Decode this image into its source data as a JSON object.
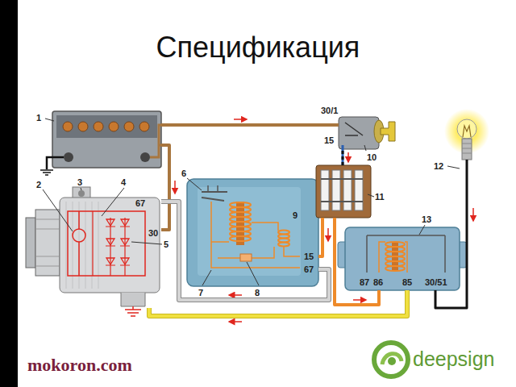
{
  "diagram": {
    "title": "Спецификация",
    "nodes": [
      {
        "text": [
          "1"
        ]
      },
      {
        "text": [
          "2",
          "3",
          "4",
          "67",
          "30",
          "5"
        ]
      },
      {
        "text": [
          "6",
          "9",
          "15",
          "67",
          "7",
          "8"
        ]
      },
      {
        "text": [
          "30/1",
          "15",
          "10"
        ]
      },
      {
        "text": [
          "11"
        ]
      },
      {
        "text": [
          "12"
        ]
      },
      {
        "text": [
          "13",
          "87",
          "86",
          "85",
          "30/51"
        ]
      }
    ],
    "edges": [
      {
        "from": 0,
        "to": 3,
        "arrow": "none"
      },
      {
        "from": 0,
        "to": 1,
        "arrow": "none"
      },
      {
        "from": 3,
        "to": 4,
        "arrow": "none"
      },
      {
        "from": 4,
        "to": 2,
        "arrow": "none"
      },
      {
        "from": 2,
        "to": 1,
        "arrow": "none"
      },
      {
        "from": 4,
        "to": 6,
        "arrow": "none"
      },
      {
        "from": 6,
        "to": 1,
        "arrow": "none"
      },
      {
        "from": 5,
        "to": 6,
        "arrow": "none"
      }
    ],
    "labels": [
      "mokoron.com",
      "deepsign"
    ]
  }
}
